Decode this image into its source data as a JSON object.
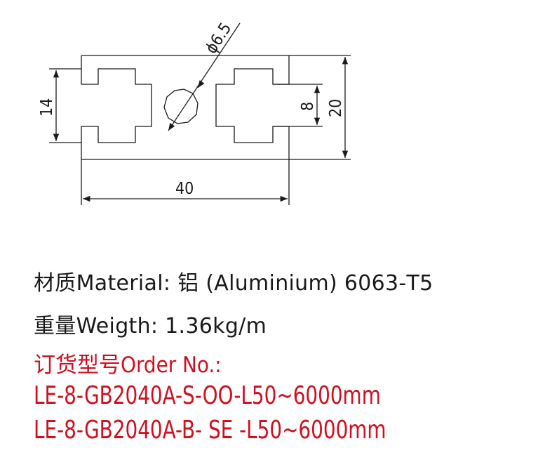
{
  "drawing": {
    "dim_diameter": "ϕ6.5",
    "dim_height_inner": "14",
    "dim_slot": "8",
    "dim_height": "20",
    "dim_width": "40"
  },
  "specs": {
    "material": "材质Material: 铝 (Aluminium) 6063-T5",
    "weight": "重量Weigth: 1.36kg/m",
    "order_label": "订货型号Order No.:",
    "codes": [
      "LE-8-GB2040A-S-OO-L50~6000mm",
      "LE-8-GB2040A-B- SE -L50~6000mm"
    ]
  },
  "colors": {
    "line": "#1a1a1a",
    "accent": "#d0101e"
  }
}
